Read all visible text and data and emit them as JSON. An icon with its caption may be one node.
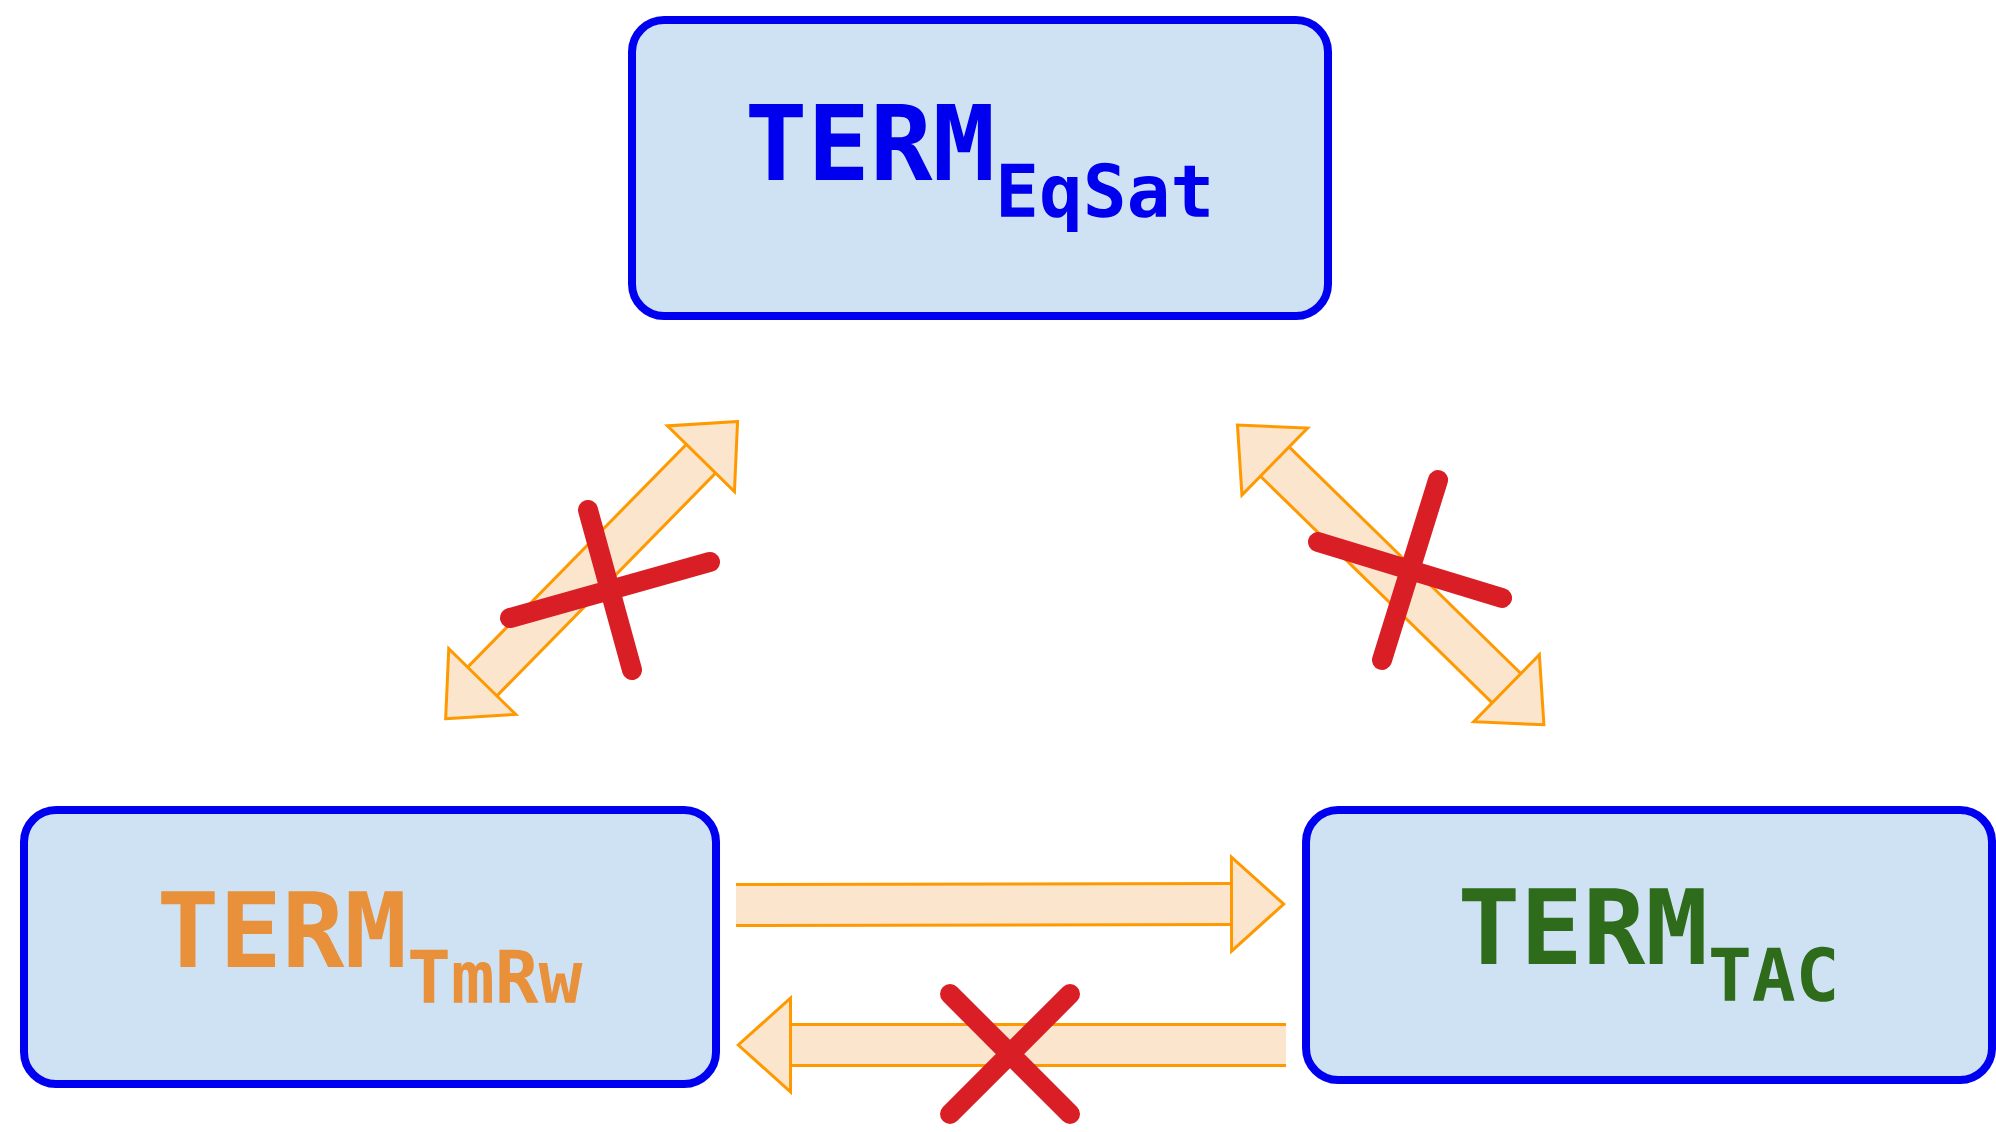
{
  "diagram": {
    "nodes": [
      {
        "text": [
          "TERM$_{EqSat}$"
        ]
      },
      {
        "text": [
          "TERM$_{TmRw}$"
        ]
      },
      {
        "text": [
          "TERM$_{TAC}$"
        ]
      }
    ],
    "edges": [
      {
        "from": 1,
        "to": 0,
        "arrow": "both"
      },
      {
        "from": 0,
        "to": 2,
        "arrow": "both"
      },
      {
        "from": 1,
        "to": 2,
        "arrow": "to"
      },
      {
        "from": 2,
        "to": 1,
        "arrow": "to"
      }
    ]
  }
}
